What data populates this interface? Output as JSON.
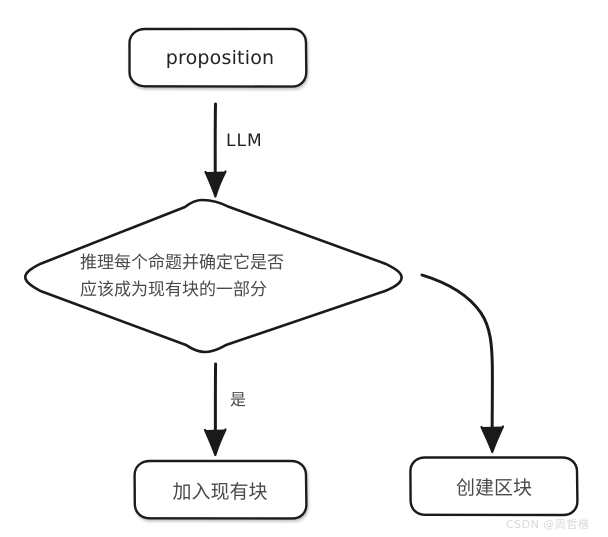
{
  "diagram": {
    "type": "flowchart",
    "background_color": "#ffffff",
    "stroke_color": "#1a1a1a",
    "text_color": "#4a4a4a",
    "nodes": [
      {
        "id": "proposition",
        "shape": "rounded-rectangle",
        "label": "proposition"
      },
      {
        "id": "decision",
        "shape": "diamond",
        "label": "推理每个命题并确定它是否\n应该成为现有块的一部分"
      },
      {
        "id": "join-existing-block",
        "shape": "rounded-rectangle",
        "label": "加入现有块"
      },
      {
        "id": "create-block",
        "shape": "rounded-rectangle",
        "label": "创建区块"
      }
    ],
    "edges": [
      {
        "id": "proposition-to-decision",
        "from": "proposition",
        "to": "decision",
        "label": "LLM",
        "style": "straight-arrow-down"
      },
      {
        "id": "decision-to-join",
        "from": "decision",
        "to": "join-existing-block",
        "label": "是",
        "style": "straight-arrow-down"
      },
      {
        "id": "decision-to-create",
        "from": "decision",
        "to": "create-block",
        "label": "",
        "style": "curved-arrow-right-down"
      }
    ]
  },
  "watermark": {
    "text": "CSDN @周哲楷"
  }
}
